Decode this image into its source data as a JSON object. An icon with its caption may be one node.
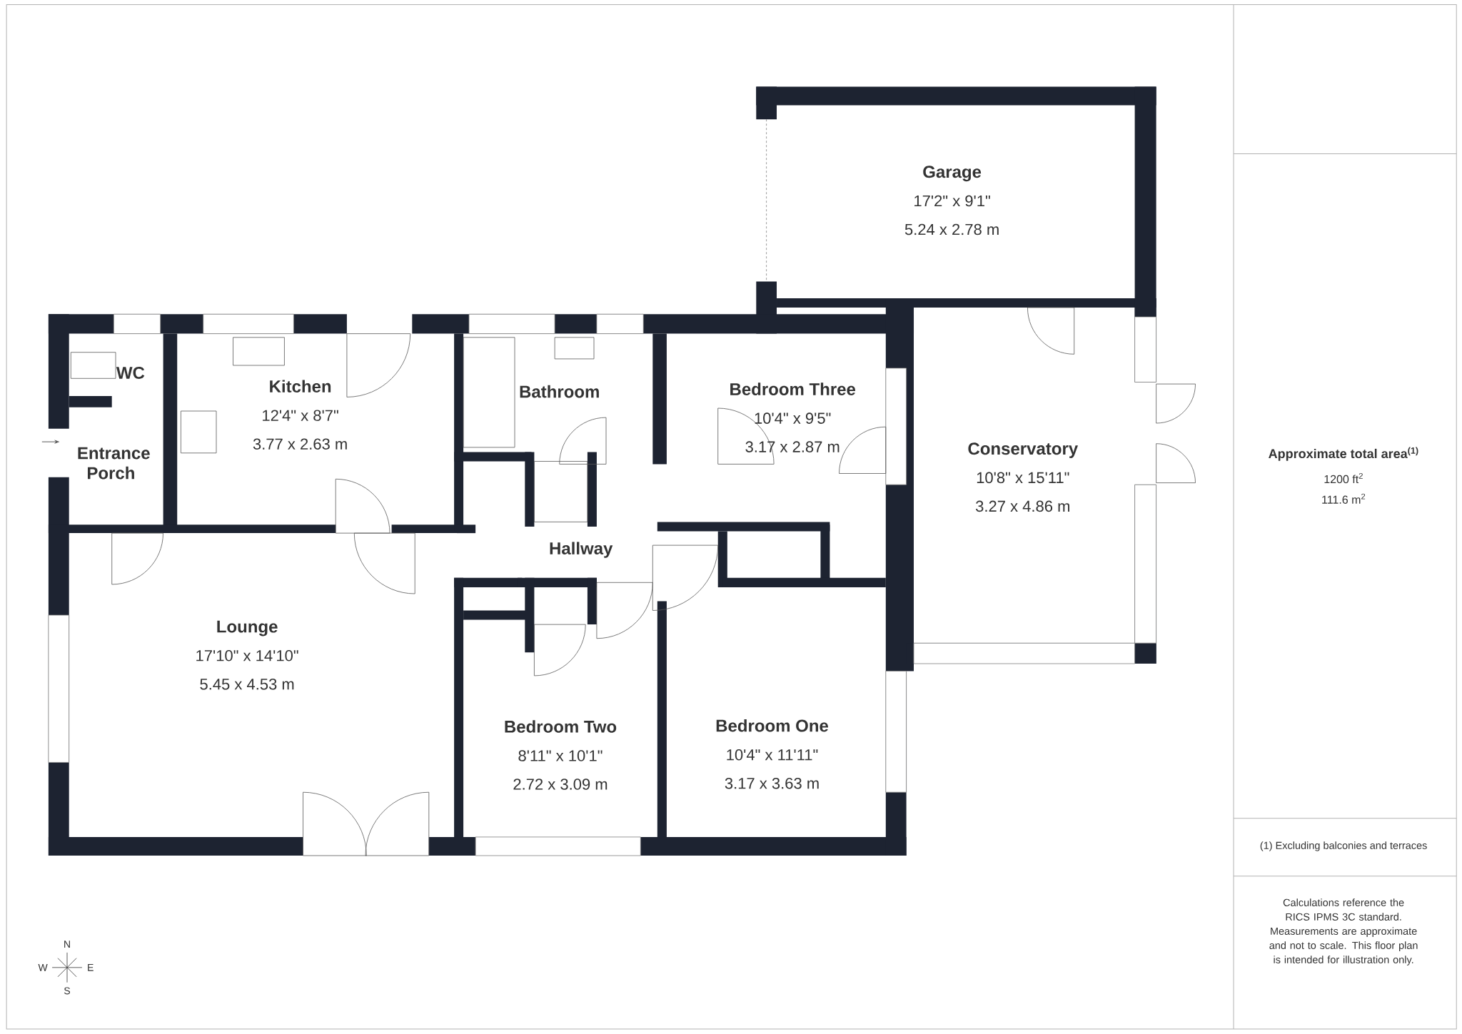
{
  "diagram": {
    "nodes": [
      {
        "text": [
          "Garage",
          "17'2\" x 9'1\"",
          "5.24 x 2.78 m"
        ]
      },
      {
        "text": [
          "WC"
        ]
      },
      {
        "text": [
          "Kitchen",
          "12'4\" x 8'7\"",
          "3.77 x 2.63 m"
        ]
      },
      {
        "text": [
          "Bathroom"
        ]
      },
      {
        "text": [
          "Bedroom Three",
          "10'4\" x 9'5\"",
          "3.17 x 2.87 m"
        ]
      },
      {
        "text": [
          "Entrance Porch"
        ]
      },
      {
        "text": [
          "Conservatory",
          "10'8\" x 15'11\"",
          "3.27 x 4.86 m"
        ]
      },
      {
        "text": [
          "Hallway"
        ]
      },
      {
        "text": [
          "Lounge",
          "17'10\" x 14'10\"",
          "5.45 x 4.53 m"
        ]
      },
      {
        "text": [
          "Bedroom Two",
          "8'11\" x 10'1\"",
          "2.72 x 3.09 m"
        ]
      },
      {
        "text": [
          "Bedroom One",
          "10'4\" x 11'11\"",
          "3.17 x 3.63 m"
        ]
      }
    ],
    "labels": [
      "N",
      "W",
      "E",
      "S",
      "Approximate total area$^{(1)}$",
      "1200 ft$^{2}$",
      "111.6 m$^{2}$",
      "(1) Excluding balconies and terraces",
      "Calculations reference the RICS IPMS 3C standard. Measurements are approximate and not to scale. This floor plan is intended for illustration only."
    ]
  }
}
